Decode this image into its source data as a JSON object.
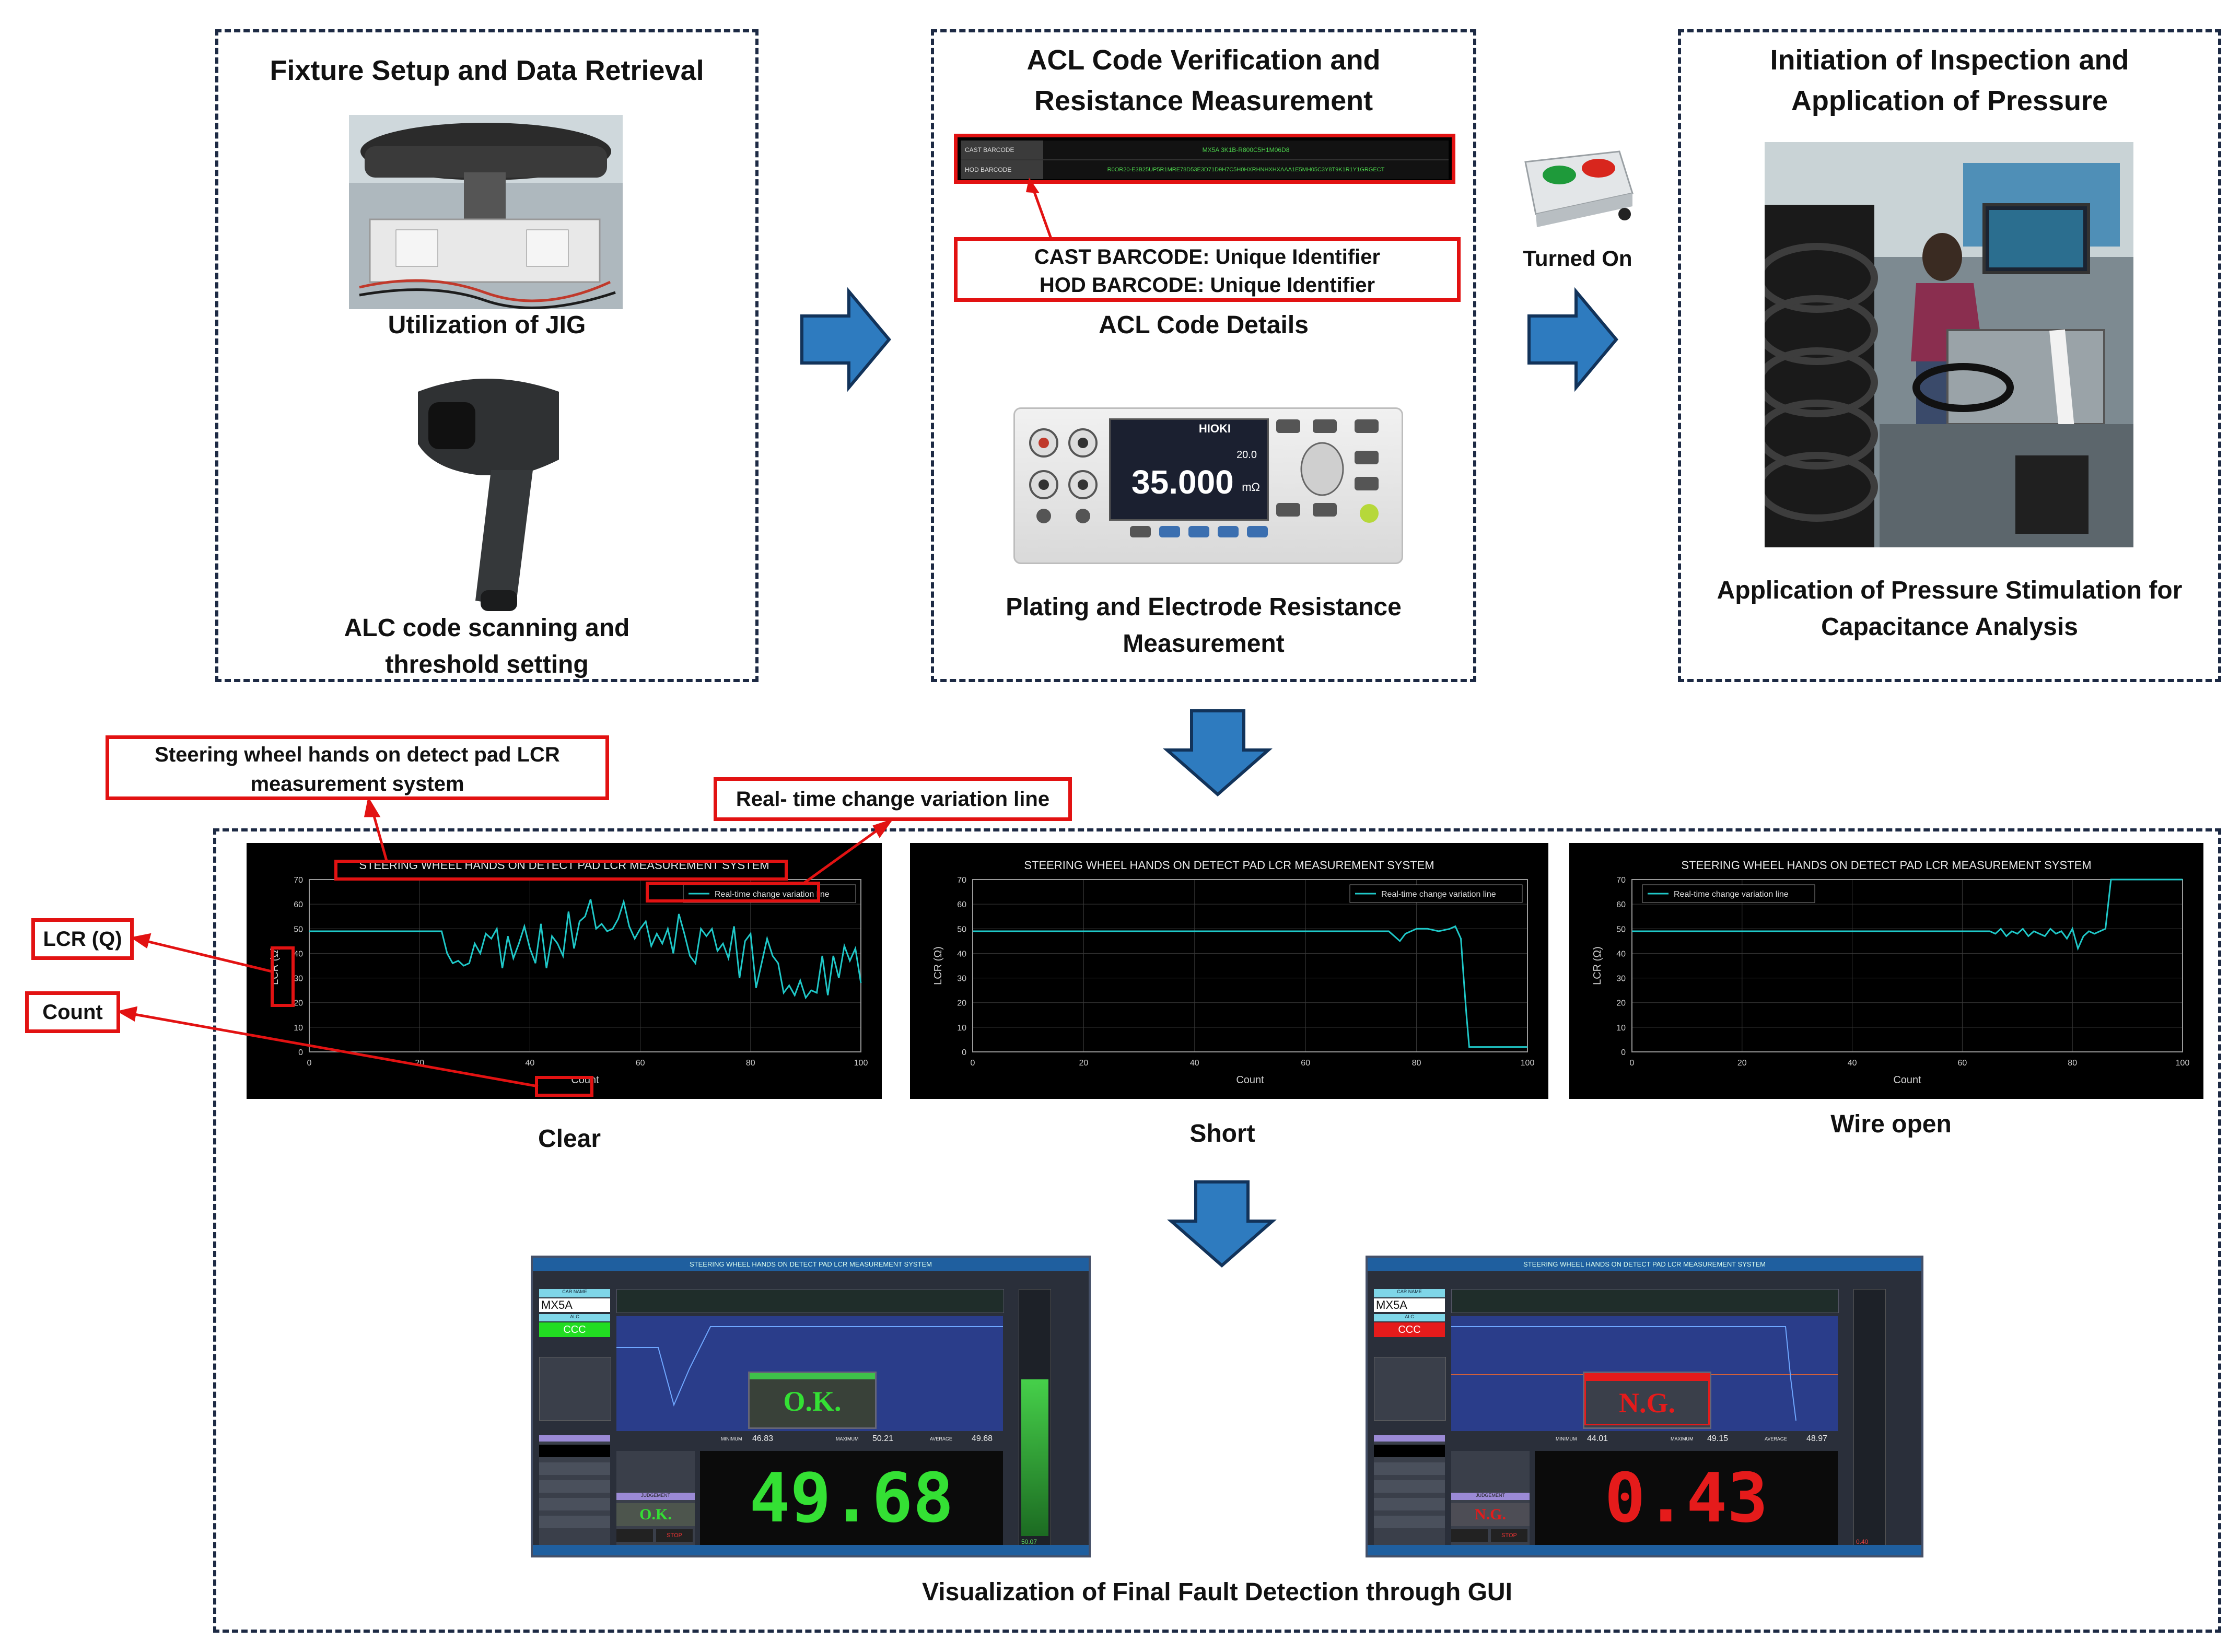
{
  "stage1": {
    "title": "Fixture Setup and Data Retrieval",
    "jig_caption": "Utilization of JIG",
    "scanner_caption_line1": "ALC code scanning and",
    "scanner_caption_line2": "threshold setting"
  },
  "stage2": {
    "title_line1": "ACL Code Verification and",
    "title_line2": "Resistance Measurement",
    "barcode_rows": [
      {
        "label": "CAST BARCODE",
        "value": "MX5A 3K1B-R800C5H1M06D8"
      },
      {
        "label": "HOD BARCODE",
        "value": "R0OR20-E3B25UP5R1MRE78D53E3D71D9H7C5H0HXRHNHXHXAAA1E5MH05C3Y8T9K1R1Y1GRGECT"
      }
    ],
    "barcode_line1": "CAST BARCODE: Unique Identifier",
    "barcode_line2": "HOD BARCODE:  Unique Identifier",
    "acl_caption": "ACL Code Details",
    "meter_brand": "HIOKI",
    "meter_value": "35.000",
    "meter_unit": "mΩ",
    "meter_small": "20.0",
    "plating_caption_line1": "Plating and Electrode Resistance",
    "plating_caption_line2": "Measurement"
  },
  "switch_caption": "Turned On",
  "stage3": {
    "title_line1": "Initiation of Inspection and",
    "title_line2": "Application of Pressure",
    "caption_line1": "Application of Pressure Stimulation for",
    "caption_line2": "Capacitance Analysis"
  },
  "annotations": {
    "system_line1": "Steering wheel hands on detect pad LCR",
    "system_line2": "measurement system",
    "variation_line": "Real- time change variation line",
    "lcr": "LCR (Q)",
    "count": "Count"
  },
  "chart_data": [
    {
      "type": "line",
      "title": "STEERING WHEEL HANDS ON DETECT PAD LCR MEASUREMENT SYSTEM",
      "xlabel": "Count",
      "ylabel": "LCR (Ω)",
      "xlim": [
        0,
        100
      ],
      "ylim": [
        0,
        70
      ],
      "xticks": [
        "0",
        "20",
        "40",
        "60",
        "80",
        "100"
      ],
      "yticks": [
        "0",
        "10",
        "20",
        "30",
        "40",
        "50",
        "60",
        "70"
      ],
      "legend": "top-right",
      "grid": true,
      "color": "#1fc8c8",
      "series": [
        {
          "name": "Real-time change variation line",
          "x": [
            0,
            24,
            25,
            26,
            27,
            28,
            29,
            30,
            31,
            32,
            33,
            34,
            35,
            36,
            37,
            38,
            39,
            40,
            41,
            42,
            43,
            44,
            45,
            46,
            47,
            48,
            49,
            50,
            51,
            52,
            53,
            54,
            55,
            56,
            57,
            58,
            59,
            60,
            61,
            62,
            63,
            64,
            65,
            66,
            67,
            68,
            69,
            70,
            71,
            72,
            73,
            74,
            75,
            76,
            77,
            78,
            79,
            80,
            81,
            82,
            83,
            84,
            85,
            86,
            87,
            88,
            89,
            90,
            91,
            92,
            93,
            94,
            95,
            96,
            97,
            98,
            99,
            100
          ],
          "y": [
            49,
            49,
            40,
            36,
            37,
            35,
            36,
            44,
            40,
            48,
            46,
            50,
            34,
            47,
            38,
            44,
            51,
            42,
            36,
            52,
            34,
            47,
            44,
            39,
            57,
            42,
            53,
            55,
            62,
            50,
            52,
            49,
            50,
            54,
            61,
            51,
            46,
            50,
            53,
            43,
            48,
            44,
            50,
            40,
            56,
            48,
            39,
            36,
            50,
            47,
            50,
            41,
            44,
            38,
            51,
            30,
            45,
            48,
            26,
            36,
            46,
            39,
            36,
            24,
            27,
            23,
            29,
            22,
            25,
            24,
            39,
            23,
            39,
            30,
            43,
            37,
            42,
            28
          ]
        }
      ],
      "caption": "Clear"
    },
    {
      "type": "line",
      "title": "STEERING WHEEL HANDS ON DETECT PAD LCR MEASUREMENT SYSTEM",
      "xlabel": "Count",
      "ylabel": "LCR (Ω)",
      "xlim": [
        0,
        100
      ],
      "ylim": [
        0,
        70
      ],
      "xticks": [
        "0",
        "20",
        "40",
        "60",
        "80",
        "100"
      ],
      "yticks": [
        "0",
        "10",
        "20",
        "30",
        "40",
        "50",
        "60",
        "70"
      ],
      "legend": "top-right",
      "grid": true,
      "color": "#1fc8c8",
      "series": [
        {
          "name": "Real-time change variation line",
          "x": [
            0,
            75,
            76,
            77,
            78,
            79,
            80,
            82,
            84,
            86,
            87,
            88,
            88.5,
            89,
            89.5,
            90,
            95,
            100
          ],
          "y": [
            49,
            49,
            47,
            45,
            48,
            49,
            50,
            50,
            49,
            50,
            51,
            46,
            30,
            15,
            2,
            2,
            2,
            2
          ]
        }
      ],
      "caption": "Short"
    },
    {
      "type": "line",
      "title": "STEERING WHEEL HANDS ON DETECT PAD LCR MEASUREMENT SYSTEM",
      "xlabel": "Count",
      "ylabel": "LCR (Ω)",
      "xlim": [
        0,
        100
      ],
      "ylim": [
        0,
        70
      ],
      "xticks": [
        "0",
        "20",
        "40",
        "60",
        "80",
        "100"
      ],
      "yticks": [
        "0",
        "10",
        "20",
        "30",
        "40",
        "50",
        "60",
        "70"
      ],
      "legend": "top-left",
      "grid": true,
      "color": "#1fc8c8",
      "series": [
        {
          "name": "Real-time change variation line",
          "x": [
            0,
            65,
            66,
            67,
            68,
            69,
            70,
            71,
            72,
            73,
            74,
            75,
            76,
            77,
            78,
            79,
            80,
            81,
            82,
            83,
            84,
            85,
            86,
            87,
            88,
            100
          ],
          "y": [
            49,
            49,
            48,
            50,
            47,
            49,
            48,
            50,
            47,
            49,
            48,
            47,
            50,
            48,
            49,
            46,
            50,
            42,
            47,
            49,
            48,
            49,
            50,
            70,
            70,
            70
          ]
        }
      ],
      "caption": "Wire open"
    }
  ],
  "gui_ok": {
    "title": "STEERING WHEEL HANDS ON DETECT PAD LCR MEASUREMENT SYSTEM",
    "car_name_label": "CAR NAME",
    "car_name": "MX5A",
    "alc_label": "ALC",
    "alc_value": "CCC",
    "alc_color": "#22dd22",
    "verdict": "O.K.",
    "verdict_color": "#34e034",
    "min_label": "MINIMUM",
    "min_value": "46.83",
    "max_label": "MAXIMUM",
    "max_value": "50.21",
    "avg_label": "AVERAGE",
    "avg_value": "49.68",
    "judgement_label": "JUDGEMENT",
    "judgement": "O.K.",
    "big_value": "49.68",
    "side_value": "50.07",
    "stop_label": "STOP"
  },
  "gui_ng": {
    "title": "STEERING WHEEL HANDS ON DETECT PAD LCR MEASUREMENT SYSTEM",
    "car_name_label": "CAR NAME",
    "car_name": "MX5A",
    "alc_label": "ALC",
    "alc_value": "CCC",
    "alc_color": "#e51b1b",
    "verdict": "N.G.",
    "verdict_color": "#e51b1b",
    "min_label": "MINIMUM",
    "min_value": "44.01",
    "max_label": "MAXIMUM",
    "max_value": "49.15",
    "avg_label": "AVERAGE",
    "avg_value": "48.97",
    "judgement_label": "JUDGEMENT",
    "judgement": "N.G.",
    "big_value": "0.43",
    "side_value": "0.40",
    "stop_label": "STOP"
  },
  "final_caption": "Visualization of Final Fault Detection through GUI",
  "colors": {
    "arrow": "#2e7bbf",
    "arrow_edge": "#12335a",
    "annotation_red": "#e21212",
    "dash_border": "#1d2a44"
  }
}
